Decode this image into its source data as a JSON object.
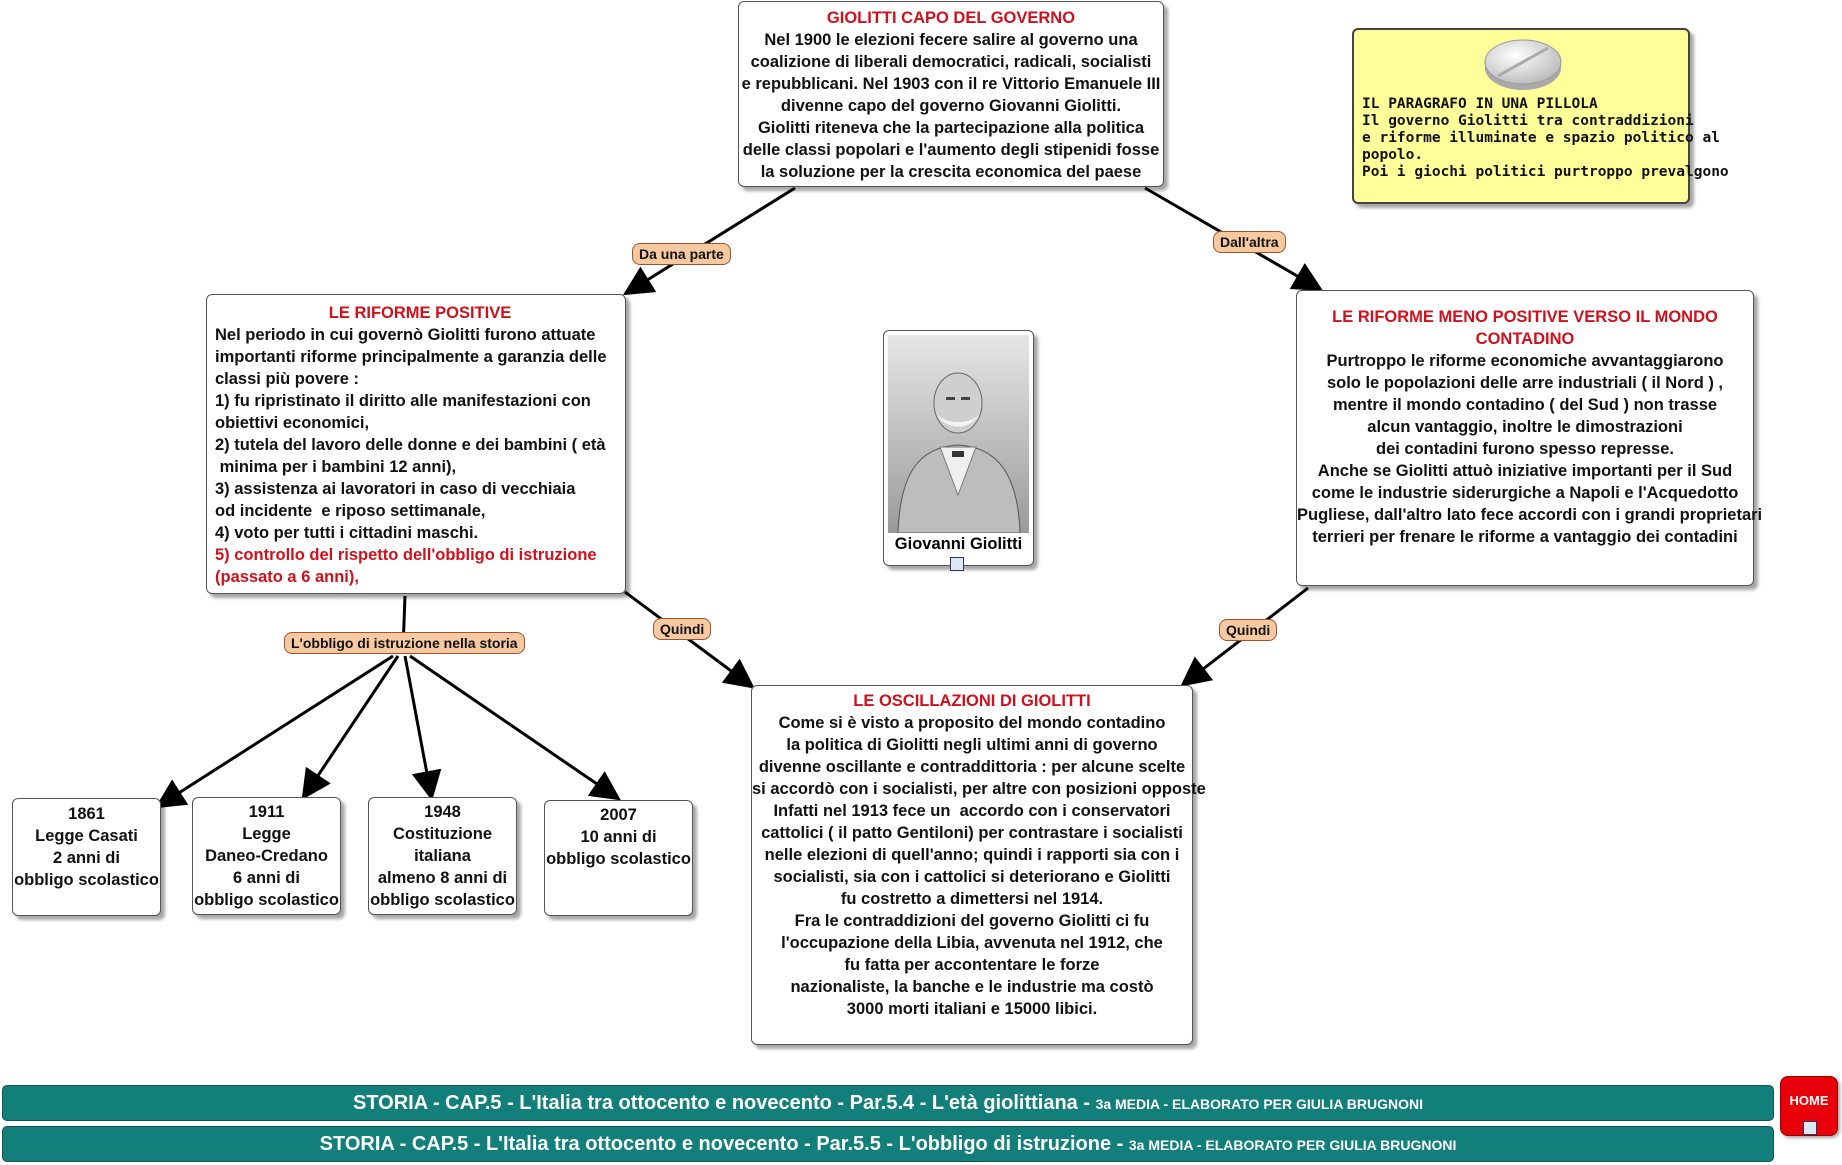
{
  "nodes": {
    "top": {
      "title": "GIOLITTI CAPO DEL GOVERNO",
      "lines": [
        "Nel 1900 le elezioni fecere salire al governo una",
        "coalizione di liberali democratici, radicali, socialisti",
        "e repubblicani. Nel 1903 con il re Vittorio Emanuele III",
        "divenne capo del governo Giovanni Giolitti.",
        "Giolitti riteneva che la partecipazione alla politica",
        "delle classi popolari e l'aumento degli stipenidi fosse",
        "la soluzione per la crescita economica del paese"
      ]
    },
    "left": {
      "title": "LE RIFORME POSITIVE",
      "lines": [
        "Nel periodo in cui governò Giolitti furono attuate",
        "importanti riforme principalmente a garanzia delle",
        "classi più povere :",
        "1) fu ripristinato il diritto alle manifestazioni con",
        "obiettivi economici,",
        "2) tutela del lavoro delle donne e dei bambini ( età",
        " minima per i bambini 12 anni),",
        "3) assistenza ai lavoratori in caso di vecchiaia",
        "od incidente  e riposo settimanale,",
        "4) voto per tutti i cittadini maschi."
      ],
      "red_lines": [
        "5) controllo del rispetto dell'obbligo di istruzione",
        "(passato a 6 anni),"
      ]
    },
    "right": {
      "title_lines": [
        "LE RIFORME MENO POSITIVE VERSO IL MONDO",
        "CONTADINO"
      ],
      "lines": [
        "Purtroppo le riforme economiche avvantaggiarono",
        "solo le popolazioni delle arre industriali ( il Nord ) ,",
        "mentre il mondo contadino ( del Sud ) non trasse",
        "alcun vantaggio, inoltre le dimostrazioni",
        "dei contadini furono spesso represse.",
        "Anche se Giolitti attuò iniziative importanti per il Sud",
        "come le industrie siderurgiche a Napoli e l'Acquedotto",
        "Pugliese, dall'altro lato fece accordi con i grandi proprietari",
        "terrieri per frenare le riforme a vantaggio dei contadini"
      ]
    },
    "bottom": {
      "title": "LE OSCILLAZIONI DI GIOLITTI",
      "lines": [
        "Come si è visto a proposito del mondo contadino",
        "la politica di Giolitti negli ultimi anni di governo",
        "divenne oscillante e contraddittoria : per alcune scelte",
        "si accordò con i socialisti, per altre con posizioni opposte",
        "Infatti nel 1913 fece un  accordo con i conservatori",
        "cattolici ( il patto Gentiloni) per contrastare i socialisti",
        "nelle elezioni di quell'anno; quindi i rapporti sia con i",
        "socialisti, sia con i cattolici si deteriorano e Giolitti",
        "fu costretto a dimettersi nel 1914.",
        "Fra le contraddizioni del governo Giolitti ci fu",
        "l'occupazione della Libia, avvenuta nel 1912, che",
        "fu fatta per accontentare le forze",
        "nazionaliste, la banche e le industrie ma costò",
        "3000 morti italiani e 15000 libici."
      ]
    },
    "law_1861": {
      "lines": [
        "1861",
        "Legge Casati",
        "2 anni di",
        "obbligo scolastico"
      ]
    },
    "law_1911": {
      "lines": [
        "1911",
        "Legge",
        "Daneo-Credano",
        "6 anni di",
        "obbligo scolastico"
      ]
    },
    "law_1948": {
      "lines": [
        "1948",
        "Costituzione",
        "italiana",
        "almeno 8 anni di",
        "obbligo scolastico"
      ]
    },
    "law_2007": {
      "lines": [
        "2007",
        "10 anni di",
        "obbligo scolastico"
      ]
    }
  },
  "pill": {
    "lines": [
      "IL  PARAGRAFO IN UNA PILLOLA",
      "Il governo Giolitti tra contraddizioni",
      "e riforme illuminate e spazio politico al",
      "popolo.",
      "Poi i giochi politici purtroppo prevalgono"
    ]
  },
  "portrait": {
    "caption": "Giovanni Giolitti"
  },
  "labels": {
    "da_una_parte": "Da una parte",
    "dall_altra": "Dall'altra",
    "quindi_left": "Quindi",
    "quindi_right": "Quindi",
    "obbligo": "L'obbligo di istruzione nella storia"
  },
  "bars": [
    {
      "main": "STORIA - CAP.5 - L'Italia tra ottocento e novecento - Par.5.4 - L'età giolittiana - ",
      "small": "3a MEDIA - ELABORATO  PER GIULIA BRUGNONI"
    },
    {
      "main": "STORIA - CAP.5 - L'Italia tra ottocento e novecento - Par.5.5 - L'obbligo di istruzione - ",
      "small": "3a MEDIA - ELABORATO  PER GIULIA BRUGNONI"
    }
  ],
  "home": {
    "label": "HOME"
  },
  "colors": {
    "title_red": "#d0111b",
    "bar_teal": "#127f7a",
    "label_peach": "#f7c9a1",
    "pill_yellow": "#ffff99",
    "home_red": "#e8000b"
  }
}
